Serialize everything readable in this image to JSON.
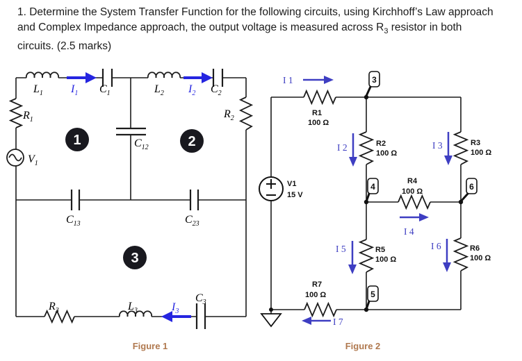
{
  "header": {
    "line1": "1. Determine the System Transfer Function for the following circuits, using Kirchhoff’s Law approach",
    "line2_before_sub": "and Complex Impedance approach, the output voltage is measured across R",
    "line2_sub": "3",
    "line2_after_sub": " resistor in both",
    "line3": "circuits. (2.5 marks)"
  },
  "colors": {
    "wire": "#1c1c1c",
    "fig1_current": "#2525e0",
    "fig2_current": "#3e3ec2",
    "caption": "#b0794f",
    "loop_badge": "#19191f"
  },
  "figure1": {
    "caption": "Figure 1",
    "loops": {
      "l1": "1",
      "l2": "2",
      "l3": "3"
    },
    "labels": {
      "L1": {
        "sym": "L",
        "sub": "1"
      },
      "I1": {
        "sym": "I",
        "sub": "1"
      },
      "C1": {
        "sym": "C",
        "sub": "1"
      },
      "L2": {
        "sym": "L",
        "sub": "2"
      },
      "I2": {
        "sym": "I",
        "sub": "2"
      },
      "C2": {
        "sym": "C",
        "sub": "2"
      },
      "R1": {
        "sym": "R",
        "sub": "1"
      },
      "R2": {
        "sym": "R",
        "sub": "2"
      },
      "C12": {
        "sym": "C",
        "sub": "12"
      },
      "V1": {
        "sym": "V",
        "sub": "1"
      },
      "C13": {
        "sym": "C",
        "sub": "13"
      },
      "C23": {
        "sym": "C",
        "sub": "23"
      },
      "R3": {
        "sym": "R",
        "sub": "3"
      },
      "L3": {
        "sym": "L",
        "sub": "3"
      },
      "I3": {
        "sym": "I",
        "sub": "3"
      },
      "C3": {
        "sym": "C",
        "sub": "3"
      }
    }
  },
  "figure2": {
    "caption": "Figure 2",
    "source": {
      "name": "V1",
      "value": "15 V"
    },
    "resistors": {
      "R1": {
        "name": "R1",
        "value": "100 Ω"
      },
      "R2": {
        "name": "R2",
        "value": "100 Ω"
      },
      "R3": {
        "name": "R3",
        "value": "100 Ω"
      },
      "R4": {
        "name": "R4",
        "value": "100 Ω"
      },
      "R5": {
        "name": "R5",
        "value": "100 Ω"
      },
      "R6": {
        "name": "R6",
        "value": "100 Ω"
      },
      "R7": {
        "name": "R7",
        "value": "100 Ω"
      }
    },
    "currents": {
      "I1": "I 1",
      "I2": "I 2",
      "I3": "I 3",
      "I4": "I 4",
      "I5": "I 5",
      "I6": "I 6",
      "I7": "I 7"
    },
    "nodes": {
      "n3": "3",
      "n4": "4",
      "n5": "5",
      "n6": "6"
    }
  }
}
